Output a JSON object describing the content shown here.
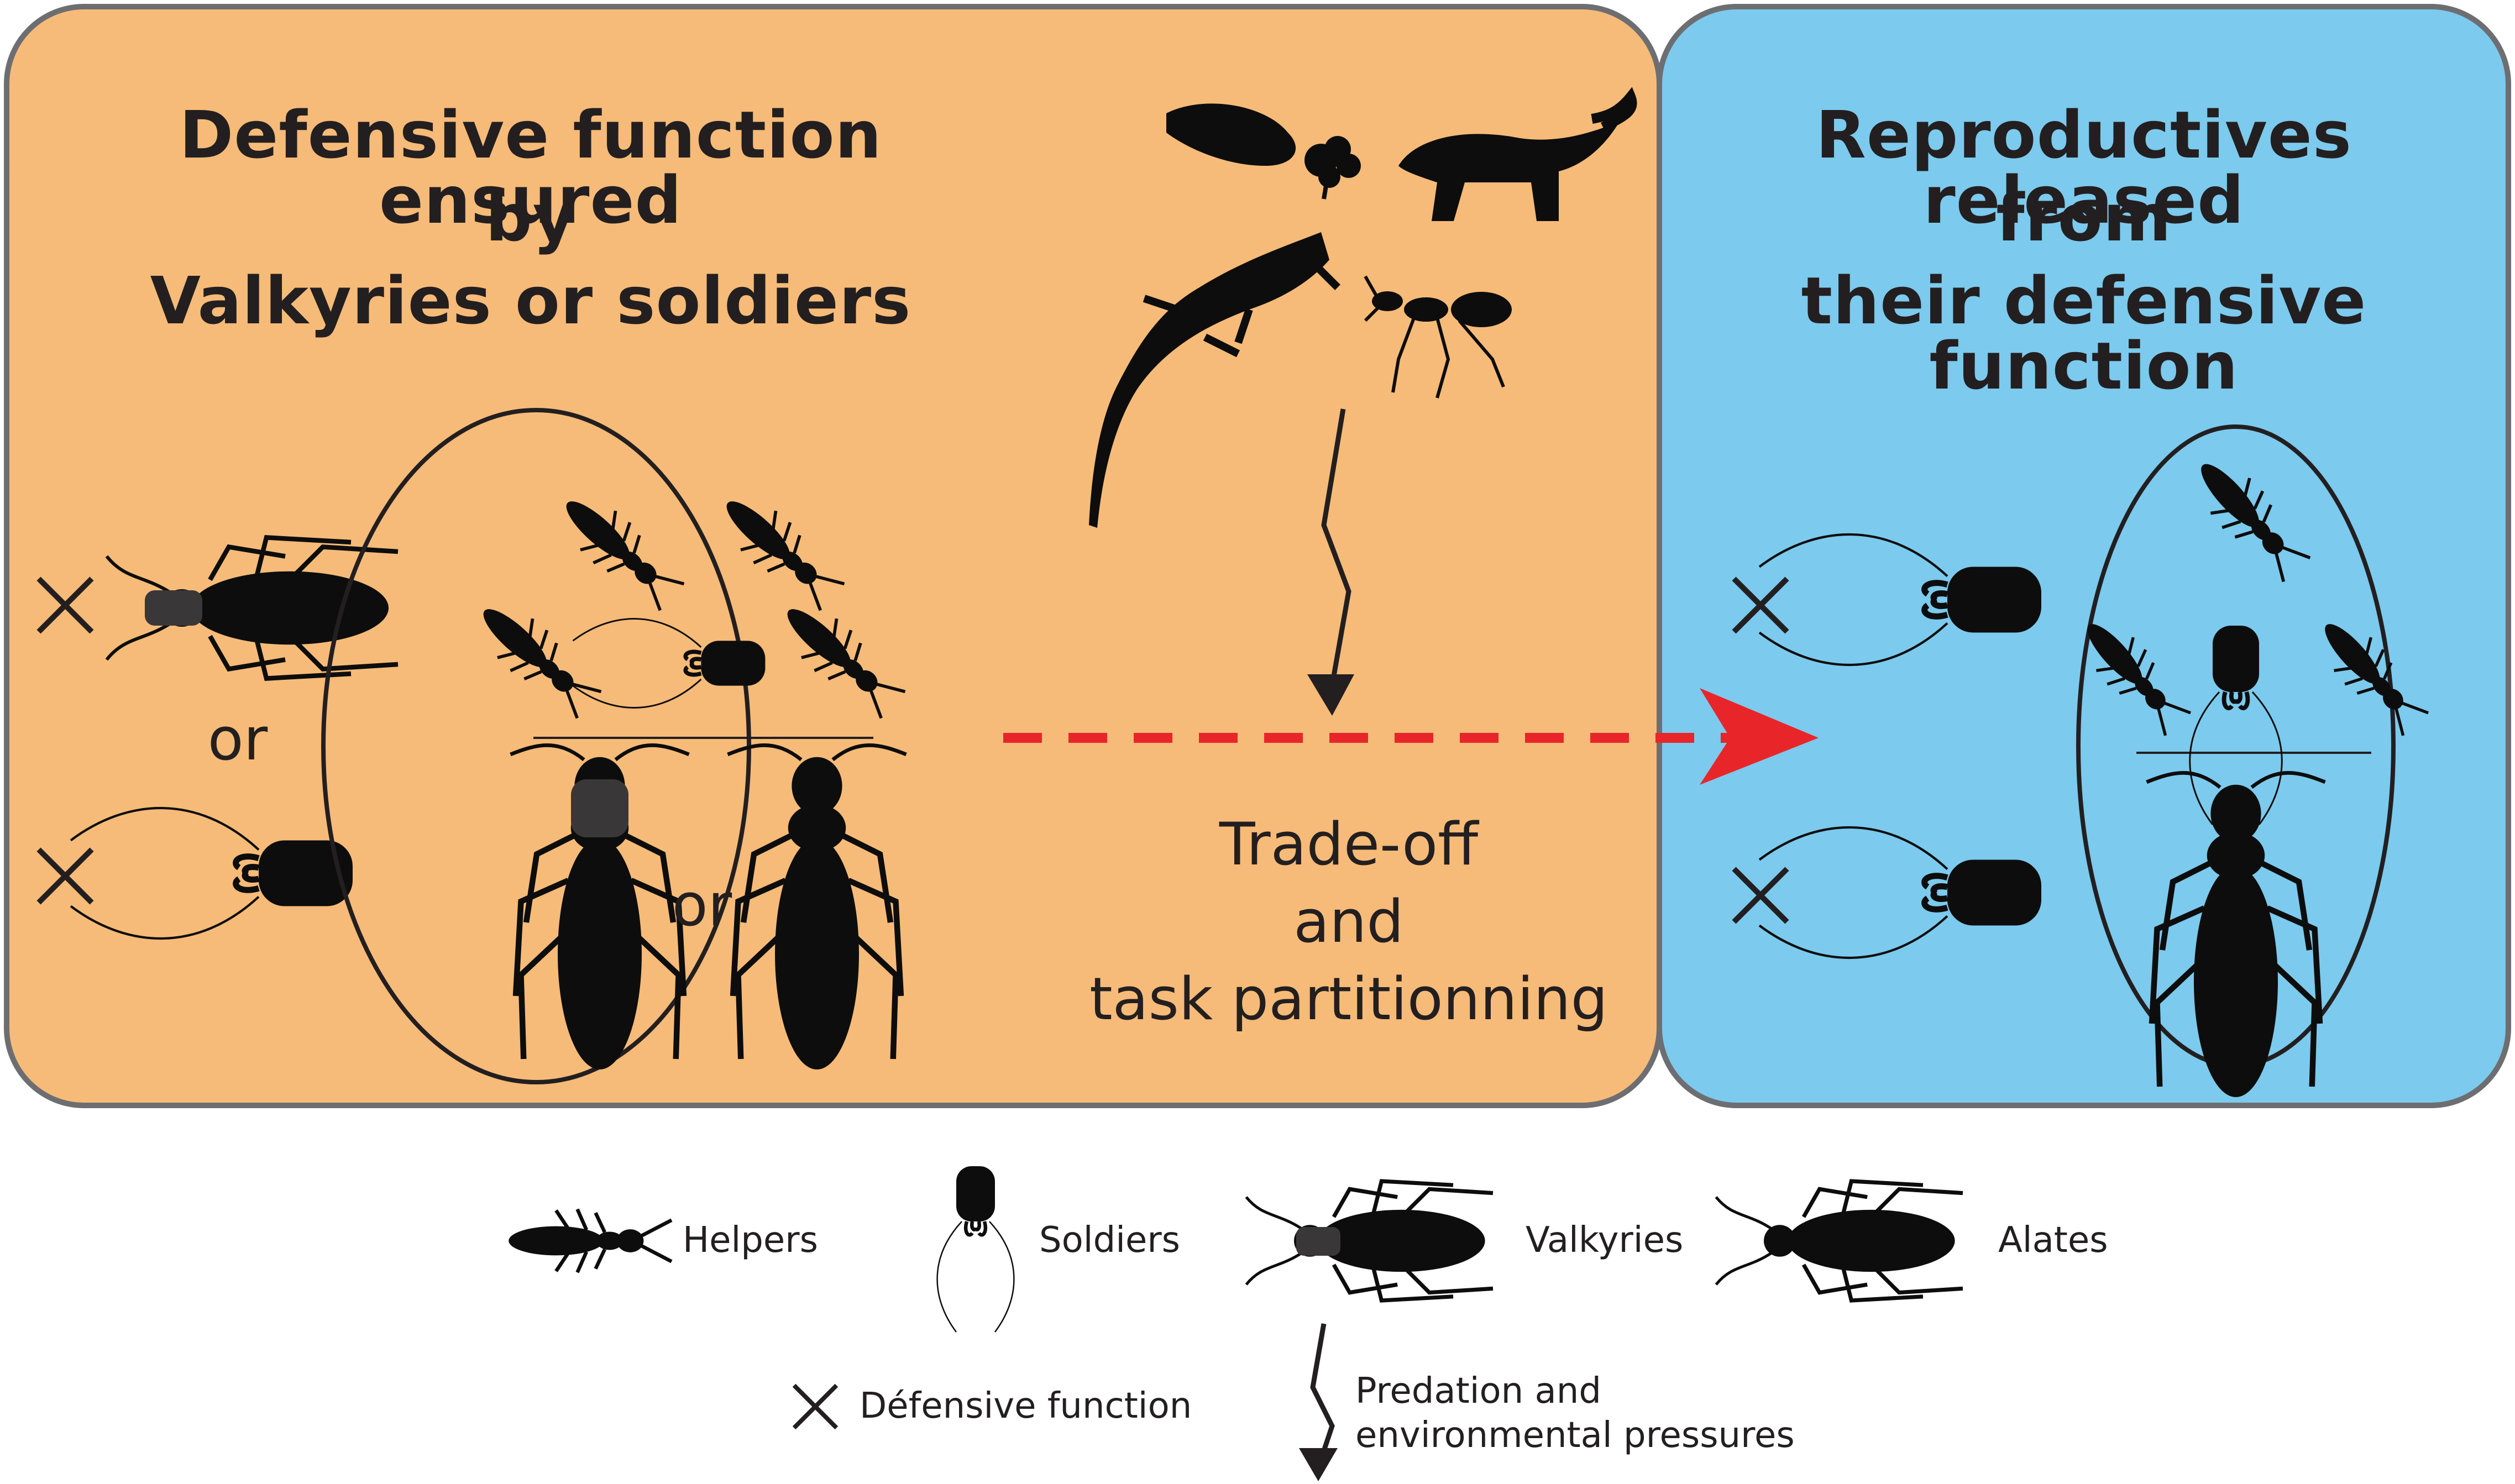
{
  "panels": {
    "left": {
      "title_lines": [
        "Defensive function ensured",
        "by",
        "Valkyries or soldiers"
      ],
      "fill": "#f6bb78",
      "or_1": "or",
      "or_2": "or",
      "tradeoff_lines": [
        "Trade-off",
        "and",
        "task partitionning"
      ]
    },
    "right": {
      "title_lines": [
        "Reproductives released",
        "from",
        "their defensive function"
      ],
      "fill": "#7ccaed"
    }
  },
  "legend": {
    "helpers": "Helpers",
    "soldiers": "Soldiers",
    "valkyries": "Valkyries",
    "alates": "Alates",
    "defensive": "Défensive function",
    "pressure_lines": [
      "Predation and",
      "environmental pressures"
    ]
  },
  "colors": {
    "panel_border": "#6d6e71",
    "silhouette": "#0d0d0d",
    "valkyrie_head": "#3a3738",
    "arrow_red": "#e8262a"
  }
}
